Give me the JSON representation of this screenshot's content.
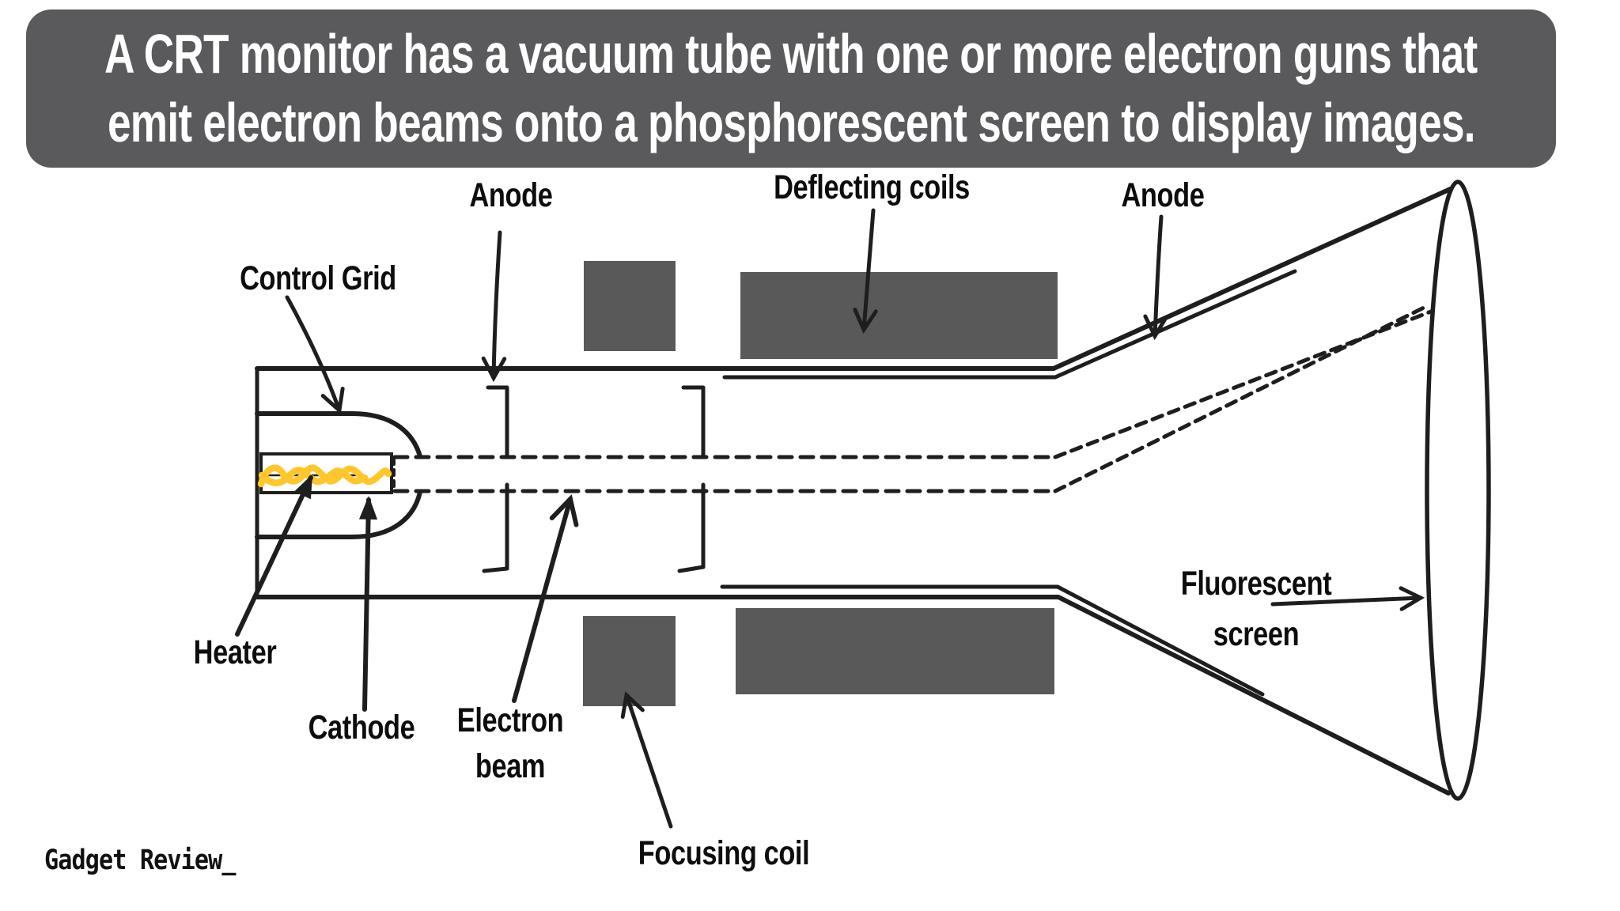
{
  "header": {
    "line1": "A CRT monitor has a vacuum tube with one or more electron guns that",
    "line2": "emit electron beams onto a phosphorescent screen to display images."
  },
  "labels": {
    "anode_left": "Anode",
    "deflecting_coils": "Deflecting coils",
    "anode_right": "Anode",
    "control_grid": "Control Grid",
    "heater": "Heater",
    "cathode": "Cathode",
    "electron_beam": {
      "line1": "Electron",
      "line2": "beam"
    },
    "focusing_coil": "Focusing coil",
    "fluorescent_screen": {
      "line1": "Fluorescent",
      "line2": "screen"
    }
  },
  "branding": {
    "logo": "Gadget Review_"
  },
  "colors": {
    "canvas": "#ffffff",
    "header_bg": "#5a5a5d",
    "header_text": "#ffffff",
    "label_text": "#0d0d0d",
    "coil": "#595959",
    "line": "#1e1e1e",
    "filament": "#ffc72c"
  }
}
